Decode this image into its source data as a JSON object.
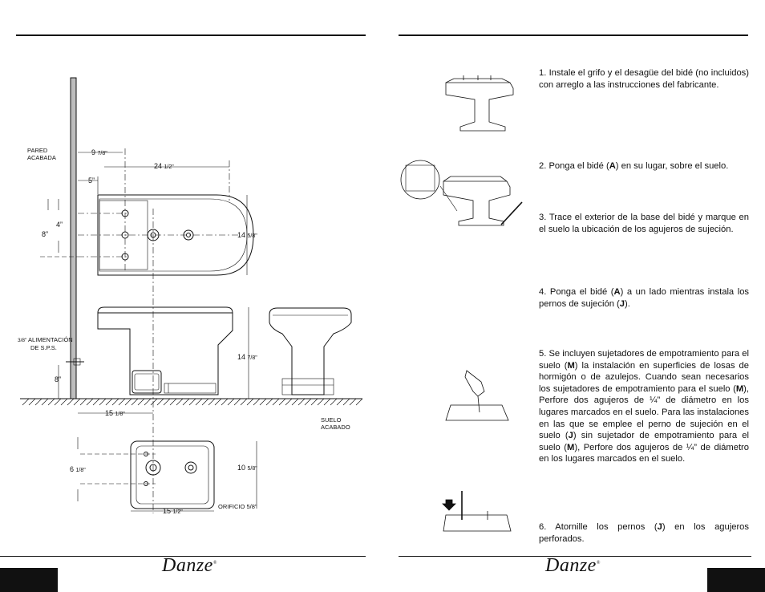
{
  "drawing": {
    "wall_label_1": "PARED",
    "wall_label_2": "ACABADA",
    "dim_wall_offset": "9",
    "dim_wall_offset_frac": "7/8\"",
    "dim_length": "24",
    "dim_length_frac": "1/2\"",
    "dim_five": "5”",
    "dim_four": "4”",
    "dim_eight_top": "8”",
    "dim_width": "14",
    "dim_width_frac": "5/8\"",
    "supply_frac": "3/8\"",
    "supply_label_1": "ALIMENTACIÓN",
    "supply_label_2": "DE S.P.S.",
    "dim_height": "14",
    "dim_height_frac": "7/8\"",
    "dim_eight_bottom": "8”",
    "dim_fifteen_top": "15",
    "dim_fifteen_top_frac": "1/8\"",
    "floor_label_1": "SUELO",
    "floor_label_2": "ACABADO",
    "dim_six": "6",
    "dim_six_frac": "1/8\"",
    "dim_ten": "10",
    "dim_ten_frac": "5/8\"",
    "orifice_label": "ORIFICIO",
    "orifice_frac": "5/8\"",
    "dim_fifteen_bottom": "15",
    "dim_fifteen_bottom_frac": "1/2\""
  },
  "brand": {
    "left": "Danze",
    "right": "Danze"
  },
  "steps": {
    "s1": "1. Instale el grifo y el desagüe del bidé (no incluidos) con arreglo a las instrucciones del fabricante.",
    "s2_a": "2. Ponga el bidé (",
    "s2_b": "A",
    "s2_c": ") en su lugar, sobre el suelo.",
    "s3": "3. Trace el exterior de la base del bidé y marque en el suelo la ubicación de los agujeros de sujeción.",
    "s4_a": "4. Ponga el bidé (",
    "s4_b": "A",
    "s4_c": ") a un lado mientras instala los pernos de sujeción (",
    "s4_d": "J",
    "s4_e": ").",
    "s5_a": "5. Se incluyen sujetadores de empotramiento para el suelo (",
    "s5_b": "M",
    "s5_c": ") la instalación en superficies de losas de hormigón o de azulejos. Cuando sean necesarios los sujetadores de empotramiento para el suelo (",
    "s5_d": "M",
    "s5_e": "), Perfore dos agujeros de ¼” de diámetro en los lugares marcados en el suelo. Para las instalaciones en las que se emplee el perno de sujeción en el suelo (",
    "s5_f": "J",
    "s5_g": ") sin sujetador de empotramiento para el suelo (",
    "s5_h": "M",
    "s5_i": "), Perfore dos agujeros de ¼” de diámetro en los lugares marcados en el suelo.",
    "s6_a": "6. Atornille los pernos (",
    "s6_b": "J",
    "s6_c": ") en los agujeros perforados."
  },
  "colors": {
    "ink": "#111111",
    "wall": "#bdbdbd"
  }
}
